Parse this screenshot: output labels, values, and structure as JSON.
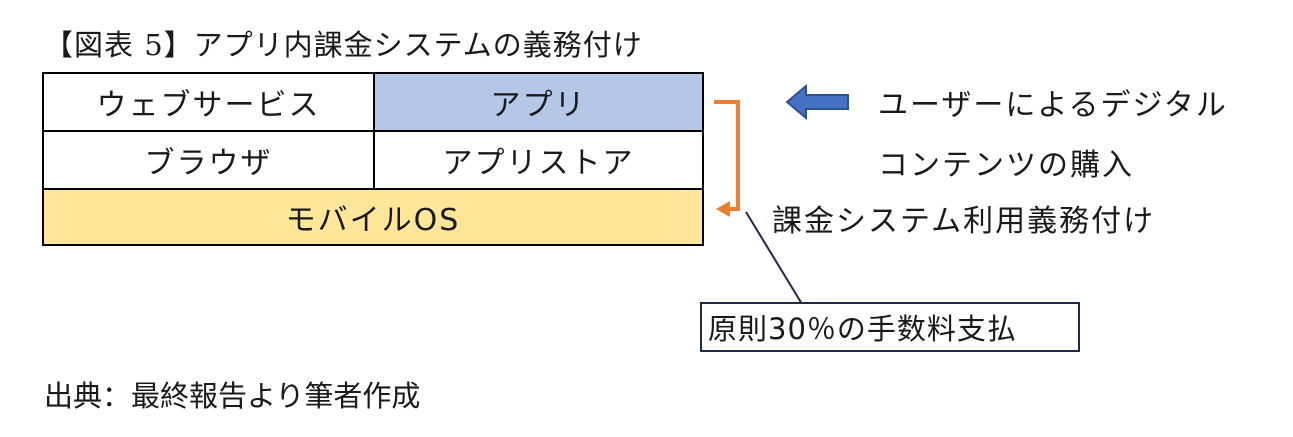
{
  "title": "【図表 5】アプリ内課金システムの義務付け",
  "stack": {
    "web_service": "ウェブサービス",
    "app": "アプリ",
    "browser": "ブラウザ",
    "app_store": "アプリストア",
    "mobile_os": "モバイルOS"
  },
  "annotations": {
    "purchase_line1": "ユーザーによるデジタル",
    "purchase_line2": "コンテンツの購入",
    "obligation": "課金システム利用義務付け",
    "fee": "原則30％の手数料支払"
  },
  "source": "出典：最終報告より筆者作成",
  "colors": {
    "app_fill": "#b4c7e7",
    "os_fill": "#ffe699",
    "bracket": "#ed7d31",
    "arrow_fill": "#4472c4",
    "arrow_stroke": "#2f528f",
    "callout_line": "#1f2a44"
  },
  "icons": {
    "purchase_arrow": "left-arrow-icon",
    "flow_bracket": "bracket-arrow-icon"
  }
}
